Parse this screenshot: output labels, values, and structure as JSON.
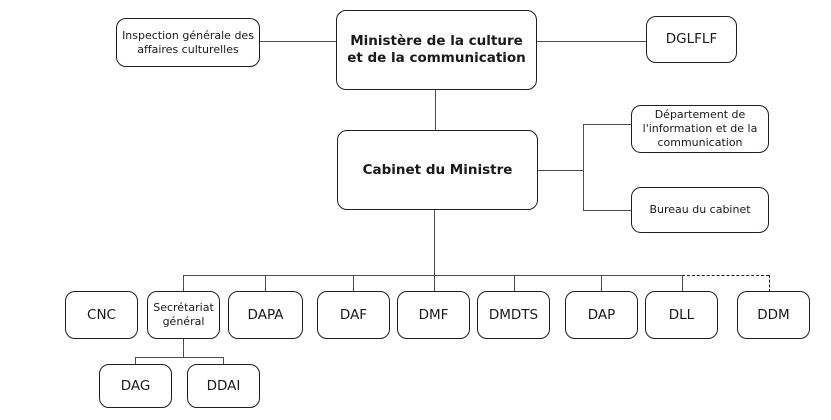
{
  "diagram": {
    "type": "org-chart",
    "colors": {
      "background": "#ffffff",
      "box_border": "#1f1f1f",
      "box_fill": "#ffffff",
      "connector_solid": "#4d4d4d",
      "connector_dashed": "#1a1a1a",
      "text": "#1a1a1a"
    },
    "nodes": {
      "inspection": {
        "label": "Inspection générale des\naffaires culturelles",
        "emphasis": "normal"
      },
      "ministere": {
        "label": "Ministère de la culture\net de la communication",
        "emphasis": "bold"
      },
      "dglflf": {
        "label": "DGLFLF",
        "emphasis": "normal"
      },
      "cabinet": {
        "label": "Cabinet du Ministre",
        "emphasis": "bold"
      },
      "departement": {
        "label": "Département de\nl'information et de la\ncommunication",
        "emphasis": "normal"
      },
      "bureau": {
        "label": "Bureau du cabinet",
        "emphasis": "normal"
      },
      "cnc": {
        "label": "CNC",
        "emphasis": "normal"
      },
      "sg": {
        "label": "Secrétariat\ngénéral",
        "emphasis": "normal"
      },
      "dapa": {
        "label": "DAPA",
        "emphasis": "normal"
      },
      "daf": {
        "label": "DAF",
        "emphasis": "normal"
      },
      "dmf": {
        "label": "DMF",
        "emphasis": "normal"
      },
      "dmdts": {
        "label": "DMDTS",
        "emphasis": "normal"
      },
      "dap": {
        "label": "DAP",
        "emphasis": "normal"
      },
      "dll": {
        "label": "DLL",
        "emphasis": "normal"
      },
      "ddm": {
        "label": "DDM",
        "emphasis": "normal"
      },
      "dag": {
        "label": "DAG",
        "emphasis": "normal"
      },
      "ddai": {
        "label": "DDAI",
        "emphasis": "normal"
      }
    },
    "edges": [
      {
        "from": "inspection",
        "to": "ministere",
        "style": "solid"
      },
      {
        "from": "ministere",
        "to": "dglflf",
        "style": "solid"
      },
      {
        "from": "ministere",
        "to": "cabinet",
        "style": "solid"
      },
      {
        "from": "cabinet",
        "to": "departement",
        "style": "solid"
      },
      {
        "from": "cabinet",
        "to": "bureau",
        "style": "solid"
      },
      {
        "from": "cabinet",
        "to": "sg",
        "style": "solid"
      },
      {
        "from": "cabinet",
        "to": "dapa",
        "style": "solid"
      },
      {
        "from": "cabinet",
        "to": "daf",
        "style": "solid"
      },
      {
        "from": "cabinet",
        "to": "dmf",
        "style": "solid"
      },
      {
        "from": "cabinet",
        "to": "dmdts",
        "style": "solid"
      },
      {
        "from": "cabinet",
        "to": "dap",
        "style": "solid"
      },
      {
        "from": "cabinet",
        "to": "dll",
        "style": "solid"
      },
      {
        "from": "cabinet",
        "to": "ddm",
        "style": "dashed"
      },
      {
        "from": "sg",
        "to": "dag",
        "style": "solid"
      },
      {
        "from": "sg",
        "to": "ddai",
        "style": "solid"
      }
    ]
  }
}
